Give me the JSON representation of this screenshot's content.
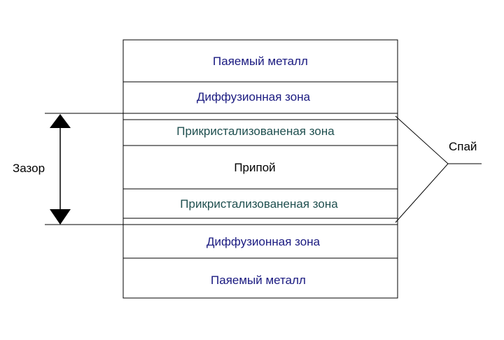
{
  "layers": [
    {
      "label": "Паяемый металл",
      "color": "#1a1a80"
    },
    {
      "label": "Диффузионная зона",
      "color": "#1a1a80"
    },
    {
      "label": "Прикристализованеная зона",
      "color": "#1f4f4f"
    },
    {
      "label": "Припой",
      "color": "#000000"
    },
    {
      "label": "Прикристализованеная зона",
      "color": "#1f4f4f"
    },
    {
      "label": "Диффузионная зона",
      "color": "#1a1a80"
    },
    {
      "label": "Паяемый металл",
      "color": "#1a1a80"
    }
  ],
  "gap_label": "Зазор",
  "joint_label": "Спай"
}
